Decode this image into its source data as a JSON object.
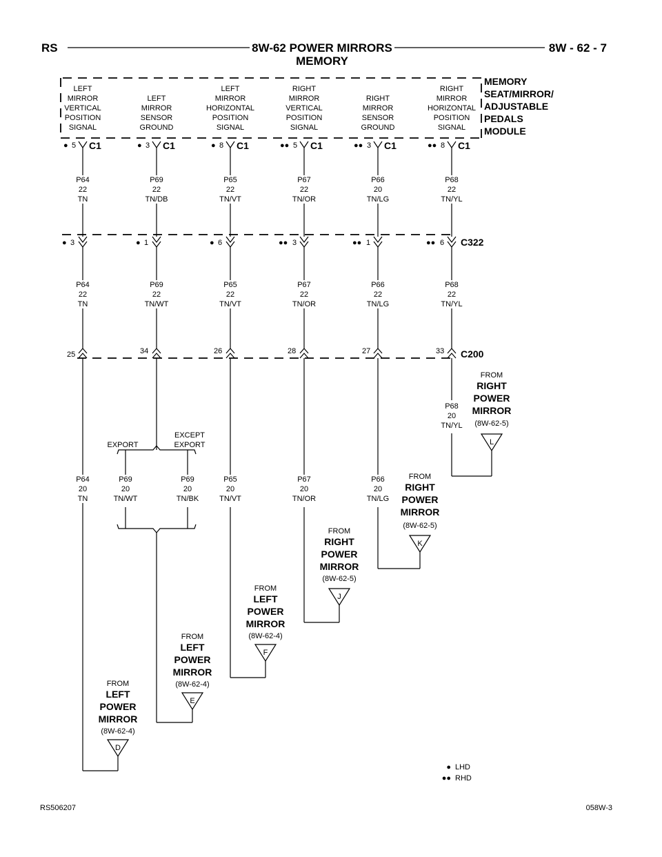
{
  "header": {
    "left": "RS",
    "title_line1": "8W-62 POWER MIRRORS",
    "title_line2": "MEMORY",
    "right": "8W - 62 - 7"
  },
  "module": {
    "name_lines": [
      "MEMORY",
      "SEAT/MIRROR/",
      "ADJUSTABLE",
      "PEDALS",
      "MODULE"
    ],
    "connector": "C1",
    "circuits": [
      {
        "lines": [
          "LEFT",
          "MIRROR",
          "VERTICAL",
          "POSITION",
          "SIGNAL"
        ],
        "pin": "5",
        "dots": "●"
      },
      {
        "lines": [
          "LEFT",
          "MIRROR",
          "SENSOR",
          "GROUND"
        ],
        "pin": "3",
        "dots": "●"
      },
      {
        "lines": [
          "LEFT",
          "MIRROR",
          "HORIZONTAL",
          "POSITION",
          "SIGNAL"
        ],
        "pin": "8",
        "dots": "●"
      },
      {
        "lines": [
          "RIGHT",
          "MIRROR",
          "VERTICAL",
          "POSITION",
          "SIGNAL"
        ],
        "pin": "5",
        "dots": "●●"
      },
      {
        "lines": [
          "RIGHT",
          "MIRROR",
          "SENSOR",
          "GROUND"
        ],
        "pin": "3",
        "dots": "●●"
      },
      {
        "lines": [
          "RIGHT",
          "MIRROR",
          "HORIZONTAL",
          "POSITION",
          "SIGNAL"
        ],
        "pin": "8",
        "dots": "●●"
      }
    ]
  },
  "wires_top": [
    [
      "P64",
      "22",
      "TN"
    ],
    [
      "P69",
      "22",
      "TN/DB"
    ],
    [
      "P65",
      "22",
      "TN/VT"
    ],
    [
      "P67",
      "22",
      "TN/OR"
    ],
    [
      "P66",
      "20",
      "TN/LG"
    ],
    [
      "P68",
      "22",
      "TN/YL"
    ]
  ],
  "c322": {
    "name": "C322",
    "pins": [
      {
        "pin": "3",
        "dots": "●"
      },
      {
        "pin": "1",
        "dots": "●"
      },
      {
        "pin": "6",
        "dots": "●"
      },
      {
        "pin": "3",
        "dots": "●●"
      },
      {
        "pin": "1",
        "dots": "●●"
      },
      {
        "pin": "6",
        "dots": "●●"
      }
    ]
  },
  "wires_mid": [
    [
      "P64",
      "22",
      "TN"
    ],
    [
      "P69",
      "22",
      "TN/WT"
    ],
    [
      "P65",
      "22",
      "TN/VT"
    ],
    [
      "P67",
      "22",
      "TN/OR"
    ],
    [
      "P66",
      "22",
      "TN/LG"
    ],
    [
      "P68",
      "22",
      "TN/YL"
    ]
  ],
  "c200": {
    "name": "C200",
    "pins": [
      "25",
      "34",
      "26",
      "28",
      "27",
      "33"
    ]
  },
  "options": {
    "export": "EXPORT",
    "except_lines": [
      "EXCEPT",
      "EXPORT"
    ]
  },
  "wires_bottom": {
    "p64": [
      "P64",
      "20",
      "TN"
    ],
    "p69_export": [
      "P69",
      "20",
      "TN/WT"
    ],
    "p69_except": [
      "P69",
      "20",
      "TN/BK"
    ],
    "p65": [
      "P65",
      "20",
      "TN/VT"
    ],
    "p67": [
      "P67",
      "20",
      "TN/OR"
    ],
    "p66": [
      "P66",
      "20",
      "TN/LG"
    ],
    "p68": [
      "P68",
      "20",
      "TN/YL"
    ]
  },
  "sources": [
    {
      "from": "FROM",
      "name_lines": [
        "LEFT",
        "POWER",
        "MIRROR"
      ],
      "ref": "(8W-62-4)",
      "letter": "D"
    },
    {
      "from": "FROM",
      "name_lines": [
        "LEFT",
        "POWER",
        "MIRROR"
      ],
      "ref": "(8W-62-4)",
      "letter": "E"
    },
    {
      "from": "FROM",
      "name_lines": [
        "LEFT",
        "POWER",
        "MIRROR"
      ],
      "ref": "(8W-62-4)",
      "letter": "F"
    },
    {
      "from": "FROM",
      "name_lines": [
        "RIGHT",
        "POWER",
        "MIRROR"
      ],
      "ref": "(8W-62-5)",
      "letter": "J"
    },
    {
      "from": "FROM",
      "name_lines": [
        "RIGHT",
        "POWER",
        "MIRROR"
      ],
      "ref": "(8W-62-5)",
      "letter": "K"
    },
    {
      "from": "FROM",
      "name_lines": [
        "RIGHT",
        "POWER",
        "MIRROR"
      ],
      "ref": "(8W-62-5)",
      "letter": "L"
    }
  ],
  "legend": [
    {
      "dots": "●",
      "label": "LHD"
    },
    {
      "dots": "●●",
      "label": "RHD"
    }
  ],
  "footer": {
    "left": "RS506207",
    "right": "058W-3"
  }
}
